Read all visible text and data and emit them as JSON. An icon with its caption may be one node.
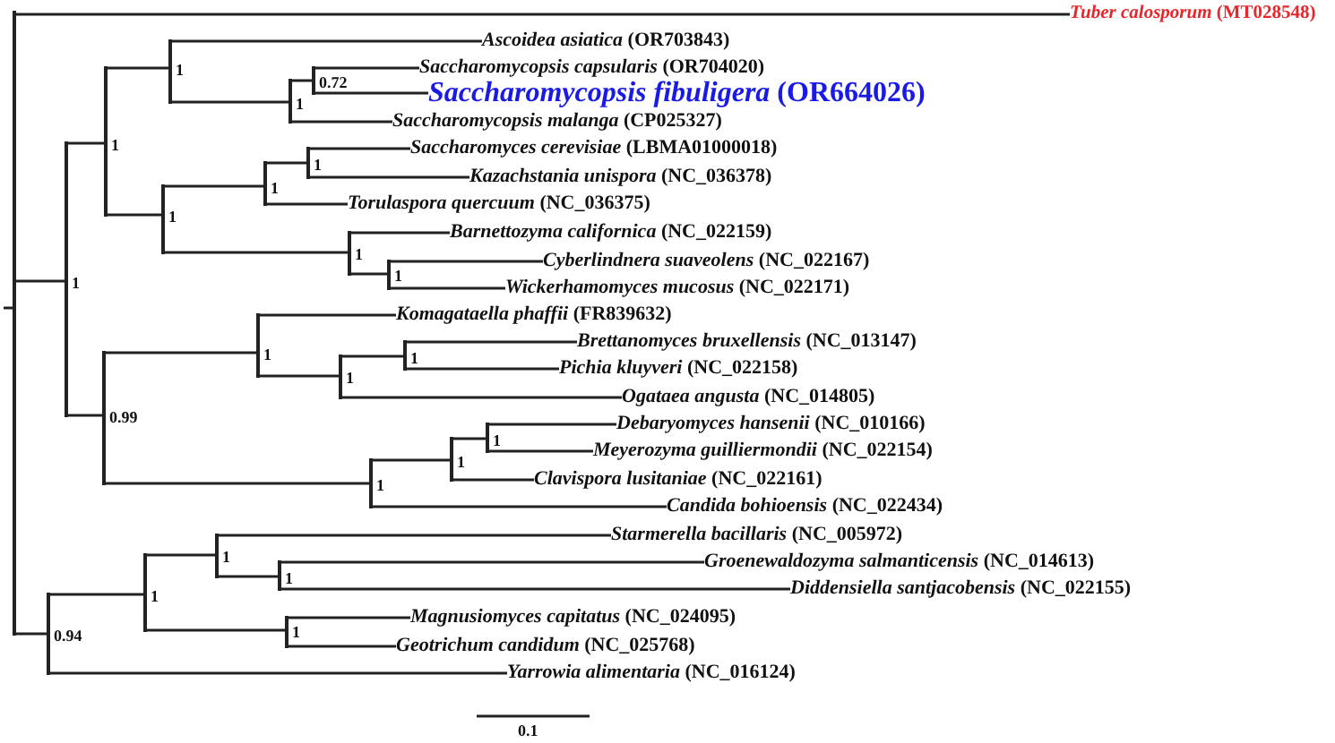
{
  "diagram": {
    "nodes": [
      {
        "text": [],
        "shape": "bar"
      },
      {
        "text": [
          "*Tuber calosporum* (MT028548)"
        ]
      },
      {
        "text": [],
        "shape": "bar",
        "beside": [
          "1"
        ]
      },
      {
        "text": [],
        "shape": "bar",
        "beside": [
          "1"
        ]
      },
      {
        "text": [],
        "shape": "bar",
        "beside": [
          "1"
        ]
      },
      {
        "text": [
          "*Ascoidea asiatica* (OR703843)"
        ]
      },
      {
        "text": [],
        "shape": "bar",
        "beside": [
          "1"
        ]
      },
      {
        "text": [],
        "shape": "bar",
        "beside": [
          "0.72"
        ]
      },
      {
        "text": [
          "*Saccharomycopsis capsularis* (OR704020)"
        ]
      },
      {
        "text": [
          "*Saccharomycopsis fibuligera* (OR664026)"
        ]
      },
      {
        "text": [
          "*Saccharomycopsis malanga* (CP025327)"
        ]
      },
      {
        "text": [],
        "shape": "bar",
        "beside": [
          "1"
        ]
      },
      {
        "text": [],
        "shape": "bar",
        "beside": [
          "1"
        ]
      },
      {
        "text": [],
        "shape": "bar",
        "beside": [
          "1"
        ]
      },
      {
        "text": [
          "*Saccharomyces cerevisiae* (LBMA01000018)"
        ]
      },
      {
        "text": [
          "*Kazachstania unispora* (NC_036378)"
        ]
      },
      {
        "text": [
          "*Torulaspora quercuum* (NC_036375)"
        ]
      },
      {
        "text": [],
        "shape": "bar",
        "beside": [
          "1"
        ]
      },
      {
        "text": [
          "*Barnettozyma californica* (NC_022159)"
        ]
      },
      {
        "text": [],
        "shape": "bar",
        "beside": [
          "1"
        ]
      },
      {
        "text": [
          "*Cyberlindnera suaveolens* (NC_022167)"
        ]
      },
      {
        "text": [
          "*Wickerhamomyces mucosus* (NC_022171)"
        ]
      },
      {
        "text": [],
        "shape": "bar",
        "beside": [
          "0.99"
        ]
      },
      {
        "text": [],
        "shape": "bar",
        "beside": [
          "1"
        ]
      },
      {
        "text": [
          "*Komagataella phaffii* (FR839632)"
        ]
      },
      {
        "text": [],
        "shape": "bar",
        "beside": [
          "1"
        ]
      },
      {
        "text": [],
        "shape": "bar",
        "beside": [
          "1"
        ]
      },
      {
        "text": [
          "*Brettanomyces bruxellensis* (NC_013147)"
        ]
      },
      {
        "text": [
          "*Pichia kluyveri* (NC_022158)"
        ]
      },
      {
        "text": [
          "*Ogataea angusta* (NC_014805)"
        ]
      },
      {
        "text": [],
        "shape": "bar",
        "beside": [
          "1"
        ]
      },
      {
        "text": [],
        "shape": "bar",
        "beside": [
          "1"
        ]
      },
      {
        "text": [],
        "shape": "bar",
        "beside": [
          "1"
        ]
      },
      {
        "text": [
          "*Debaryomyces hansenii* (NC_010166)"
        ]
      },
      {
        "text": [
          "*Meyerozyma guilliermondii* (NC_022154)"
        ]
      },
      {
        "text": [
          "*Clavispora lusitaniae* (NC_022161)"
        ]
      },
      {
        "text": [
          "*Candida bohioensis* (NC_022434)"
        ]
      },
      {
        "text": [],
        "shape": "bar",
        "beside": [
          "0.94"
        ]
      },
      {
        "text": [],
        "shape": "bar",
        "beside": [
          "1"
        ]
      },
      {
        "text": [],
        "shape": "bar",
        "beside": [
          "1"
        ]
      },
      {
        "text": [
          "*Starmerella bacillaris* (NC_005972)"
        ]
      },
      {
        "text": [],
        "shape": "bar",
        "beside": [
          "1"
        ]
      },
      {
        "text": [
          "*Groenewaldozyma salmanticensis* (NC_014613)"
        ]
      },
      {
        "text": [
          "*Diddensiella santjacobensis* (NC_022155)"
        ]
      },
      {
        "text": [],
        "shape": "bar",
        "beside": [
          "1"
        ]
      },
      {
        "text": [
          "*Magnusiomyces capitatus* (NC_024095)"
        ]
      },
      {
        "text": [
          "*Geotrichum candidum* (NC_025768)"
        ]
      },
      {
        "text": [
          "*Yarrowia alimentaria* (NC_016124)"
        ]
      }
    ],
    "edges": [
      {
        "from": 0,
        "to": 1,
        "arrow": "none"
      },
      {
        "from": 0,
        "to": 2,
        "arrow": "none"
      },
      {
        "from": 2,
        "to": 3,
        "arrow": "none"
      },
      {
        "from": 3,
        "to": 4,
        "arrow": "none"
      },
      {
        "from": 4,
        "to": 5,
        "arrow": "none"
      },
      {
        "from": 4,
        "to": 6,
        "arrow": "none"
      },
      {
        "from": 6,
        "to": 7,
        "arrow": "none"
      },
      {
        "from": 7,
        "to": 8,
        "arrow": "none"
      },
      {
        "from": 7,
        "to": 9,
        "arrow": "none"
      },
      {
        "from": 6,
        "to": 10,
        "arrow": "none"
      },
      {
        "from": 3,
        "to": 11,
        "arrow": "none"
      },
      {
        "from": 11,
        "to": 12,
        "arrow": "none"
      },
      {
        "from": 12,
        "to": 13,
        "arrow": "none"
      },
      {
        "from": 13,
        "to": 14,
        "arrow": "none"
      },
      {
        "from": 13,
        "to": 15,
        "arrow": "none"
      },
      {
        "from": 12,
        "to": 16,
        "arrow": "none"
      },
      {
        "from": 11,
        "to": 17,
        "arrow": "none"
      },
      {
        "from": 17,
        "to": 18,
        "arrow": "none"
      },
      {
        "from": 17,
        "to": 19,
        "arrow": "none"
      },
      {
        "from": 19,
        "to": 20,
        "arrow": "none"
      },
      {
        "from": 19,
        "to": 21,
        "arrow": "none"
      },
      {
        "from": 2,
        "to": 22,
        "arrow": "none"
      },
      {
        "from": 22,
        "to": 23,
        "arrow": "none"
      },
      {
        "from": 23,
        "to": 24,
        "arrow": "none"
      },
      {
        "from": 23,
        "to": 25,
        "arrow": "none"
      },
      {
        "from": 25,
        "to": 26,
        "arrow": "none"
      },
      {
        "from": 26,
        "to": 27,
        "arrow": "none"
      },
      {
        "from": 26,
        "to": 28,
        "arrow": "none"
      },
      {
        "from": 25,
        "to": 29,
        "arrow": "none"
      },
      {
        "from": 22,
        "to": 30,
        "arrow": "none"
      },
      {
        "from": 30,
        "to": 31,
        "arrow": "none"
      },
      {
        "from": 31,
        "to": 32,
        "arrow": "none"
      },
      {
        "from": 32,
        "to": 33,
        "arrow": "none"
      },
      {
        "from": 32,
        "to": 34,
        "arrow": "none"
      },
      {
        "from": 31,
        "to": 35,
        "arrow": "none"
      },
      {
        "from": 30,
        "to": 36,
        "arrow": "none"
      },
      {
        "from": 0,
        "to": 37,
        "arrow": "none"
      },
      {
        "from": 37,
        "to": 38,
        "arrow": "none"
      },
      {
        "from": 38,
        "to": 39,
        "arrow": "none"
      },
      {
        "from": 39,
        "to": 40,
        "arrow": "none"
      },
      {
        "from": 39,
        "to": 41,
        "arrow": "none"
      },
      {
        "from": 41,
        "to": 42,
        "arrow": "none"
      },
      {
        "from": 41,
        "to": 43,
        "arrow": "none"
      },
      {
        "from": 38,
        "to": 44,
        "arrow": "none"
      },
      {
        "from": 44,
        "to": 45,
        "arrow": "none"
      },
      {
        "from": 44,
        "to": 46,
        "arrow": "none"
      },
      {
        "from": 37,
        "to": 47,
        "arrow": "none"
      }
    ],
    "labels": [
      "0.1"
    ]
  }
}
